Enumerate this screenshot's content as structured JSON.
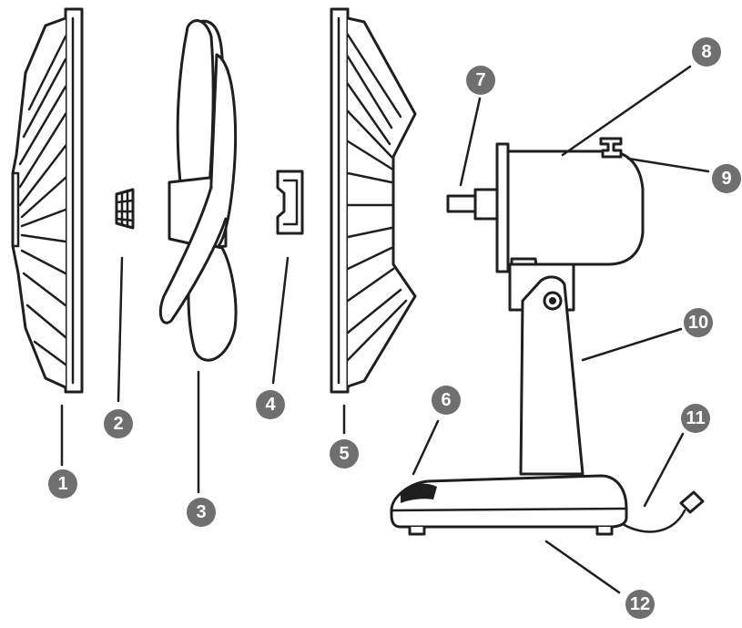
{
  "callouts": [
    {
      "number": "1"
    },
    {
      "number": "2"
    },
    {
      "number": "3"
    },
    {
      "number": "4"
    },
    {
      "number": "5"
    },
    {
      "number": "6"
    },
    {
      "number": "7"
    },
    {
      "number": "8"
    },
    {
      "number": "9"
    },
    {
      "number": "10"
    },
    {
      "number": "11"
    },
    {
      "number": "12"
    }
  ],
  "colors": {
    "line_art": "#1f1f1f",
    "badge_fill": "#6f6f6f",
    "badge_text": "#ffffff",
    "background": "#ffffff"
  }
}
